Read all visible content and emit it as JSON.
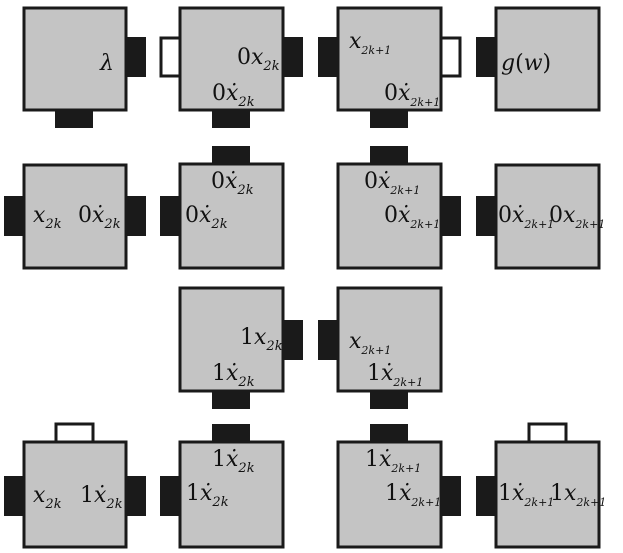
{
  "tiles": {
    "lambda": {
      "symbol": "λ"
    },
    "even_start": {
      "top_label": {
        "digit": "0",
        "var": "x",
        "sub": "2k"
      },
      "bottom_label": {
        "digit": "0",
        "var": "ẋ",
        "sub": "2k"
      }
    },
    "odd_start": {
      "top_label": {
        "var": "x",
        "sub": "2k+1"
      },
      "bottom_label": {
        "digit": "0",
        "var": "ẋ",
        "sub": "2k+1"
      }
    },
    "g": {
      "func": "g",
      "arg": "w",
      "open": "(",
      "close": ")"
    },
    "r2_left": {
      "left": {
        "var": "x",
        "sub": "2k"
      },
      "right": {
        "digit": "0",
        "var": "ẋ",
        "sub": "2k"
      }
    },
    "r2_mid_left": {
      "top": {
        "digit": "0",
        "var": "ẋ",
        "sub": "2k"
      },
      "left": {
        "digit": "0",
        "var": "ẋ",
        "sub": "2k"
      }
    },
    "r2_mid_right": {
      "top": {
        "digit": "0",
        "var": "ẋ",
        "sub": "2k+1"
      },
      "right": {
        "digit": "0",
        "var": "ẋ",
        "sub": "2k+1"
      }
    },
    "r2_right": {
      "left": {
        "digit": "0",
        "var": "ẋ",
        "sub": "2k+1"
      },
      "right": {
        "digit": "0",
        "var": "x",
        "sub": "2k+1"
      }
    },
    "r3_left": {
      "top_label": {
        "digit": "1",
        "var": "x",
        "sub": "2k"
      },
      "bottom_label": {
        "digit": "1",
        "var": "ẋ",
        "sub": "2k"
      }
    },
    "r3_right": {
      "top_label": {
        "var": "x",
        "sub": "2k+1"
      },
      "bottom_label": {
        "digit": "1",
        "var": "ẋ",
        "sub": "2k+1"
      }
    },
    "r4_left": {
      "left": {
        "var": "x",
        "sub": "2k"
      },
      "right": {
        "digit": "1",
        "var": "ẋ",
        "sub": "2k"
      }
    },
    "r4_mid_left": {
      "top": {
        "digit": "1",
        "var": "ẋ",
        "sub": "2k"
      },
      "left": {
        "digit": "1",
        "var": "ẋ",
        "sub": "2k"
      }
    },
    "r4_mid_right": {
      "top": {
        "digit": "1",
        "var": "ẋ",
        "sub": "2k+1"
      },
      "right": {
        "digit": "1",
        "var": "ẋ",
        "sub": "2k+1"
      }
    },
    "r4_right": {
      "left": {
        "digit": "1",
        "var": "ẋ",
        "sub": "2k+1"
      },
      "right": {
        "digit": "1",
        "var": "x",
        "sub": "2k+1"
      }
    }
  },
  "colors": {
    "tile": "#c4c4c4",
    "border": "#1a1a1a",
    "background": "#ffffff"
  }
}
